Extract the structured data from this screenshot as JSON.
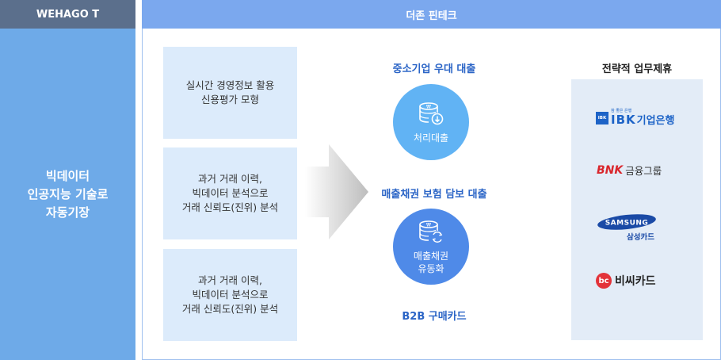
{
  "left": {
    "header": "WEHAGO T",
    "body_lines": [
      "빅데이터",
      "인공지능 기술로",
      "자동기장"
    ]
  },
  "right": {
    "header": "더존 핀테크"
  },
  "inputs": [
    {
      "lines": [
        "실시간 경영정보 활용",
        "신용평가 모형"
      ]
    },
    {
      "lines": [
        "과거 거래 이력,",
        "빅데이터 분석으로",
        "거래 신뢰도(진위) 분석"
      ]
    },
    {
      "lines": [
        "과거 거래 이력,",
        "빅데이터 분석으로",
        "거래 신뢰도(진위) 분석"
      ]
    }
  ],
  "products": {
    "title1": "중소기업 우대 대출",
    "circle1": [
      "처리대출"
    ],
    "title2": "매출채권 보험 담보 대출",
    "circle2": [
      "매출채권",
      "유동화"
    ],
    "title3": "B2B 구매카드",
    "icon_currency": "₩"
  },
  "partners": {
    "title": "전략적 업무제휴",
    "ibk": {
      "badge": "IBK",
      "small": "참 좋은 은행",
      "name_en": "IBK",
      "name_ko": "기업은행"
    },
    "bnk": {
      "mark": "BNK",
      "name_ko": "금융그룹"
    },
    "samsung": {
      "name_en": "SAMSUNG",
      "name_ko": "삼성카드"
    },
    "bc": {
      "mark": "bc",
      "name_ko": "비씨카드"
    }
  },
  "colors": {
    "left_header": "#5b6f8c",
    "left_body": "#6eaae8",
    "right_header": "#7ba8ee",
    "input_box": "#dcebfb",
    "circle1": "#61b3f4",
    "circle2": "#4f8ae8",
    "product_title": "#2a64c6",
    "partner_box": "#e3ecf7"
  }
}
